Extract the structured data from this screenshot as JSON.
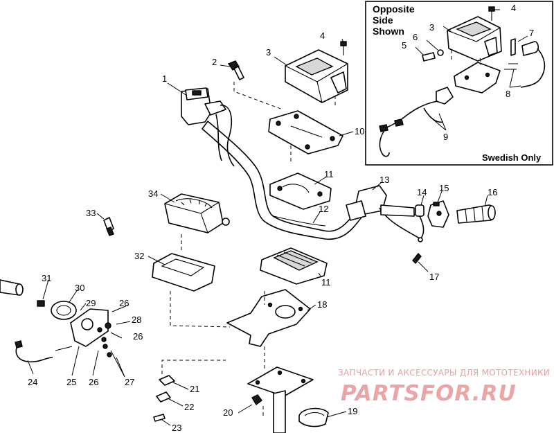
{
  "diagram": {
    "labels": [
      {
        "id": "p1",
        "text": "1"
      },
      {
        "id": "p2",
        "text": "2"
      },
      {
        "id": "p3",
        "text": "3"
      },
      {
        "id": "p4",
        "text": "4"
      },
      {
        "id": "p10",
        "text": "10"
      },
      {
        "id": "p11a",
        "text": "11"
      },
      {
        "id": "p11b",
        "text": "11"
      },
      {
        "id": "p12",
        "text": "12"
      },
      {
        "id": "p13",
        "text": "13"
      },
      {
        "id": "p14",
        "text": "14"
      },
      {
        "id": "p15",
        "text": "15"
      },
      {
        "id": "p16",
        "text": "16"
      },
      {
        "id": "p17",
        "text": "17"
      },
      {
        "id": "p18",
        "text": "18"
      },
      {
        "id": "p19",
        "text": "19"
      },
      {
        "id": "p20",
        "text": "20"
      },
      {
        "id": "p21",
        "text": "21"
      },
      {
        "id": "p22",
        "text": "22"
      },
      {
        "id": "p23",
        "text": "23"
      },
      {
        "id": "p24",
        "text": "24"
      },
      {
        "id": "p25",
        "text": "25"
      },
      {
        "id": "p26a",
        "text": "26"
      },
      {
        "id": "p26b",
        "text": "26"
      },
      {
        "id": "p26c",
        "text": "26"
      },
      {
        "id": "p27",
        "text": "27"
      },
      {
        "id": "p28",
        "text": "28"
      },
      {
        "id": "p29",
        "text": "29"
      },
      {
        "id": "p30",
        "text": "30"
      },
      {
        "id": "p31",
        "text": "31"
      },
      {
        "id": "p32",
        "text": "32"
      },
      {
        "id": "p33",
        "text": "33"
      },
      {
        "id": "p34",
        "text": "34"
      }
    ],
    "inset": {
      "title_lines": [
        "Opposite",
        "Side",
        "Shown"
      ],
      "note": "Swedish Only",
      "labels": [
        {
          "id": "i3",
          "text": "3"
        },
        {
          "id": "i4",
          "text": "4"
        },
        {
          "id": "i5",
          "text": "5"
        },
        {
          "id": "i6",
          "text": "6"
        },
        {
          "id": "i7",
          "text": "7"
        },
        {
          "id": "i8",
          "text": "8"
        },
        {
          "id": "i9",
          "text": "9"
        }
      ]
    }
  },
  "watermark": {
    "caption": "ЗАПЧАСТИ И АКСЕССУАРЫ ДЛЯ МОТОТЕХНИКИ",
    "logo": "PARTSFOR.RU"
  }
}
